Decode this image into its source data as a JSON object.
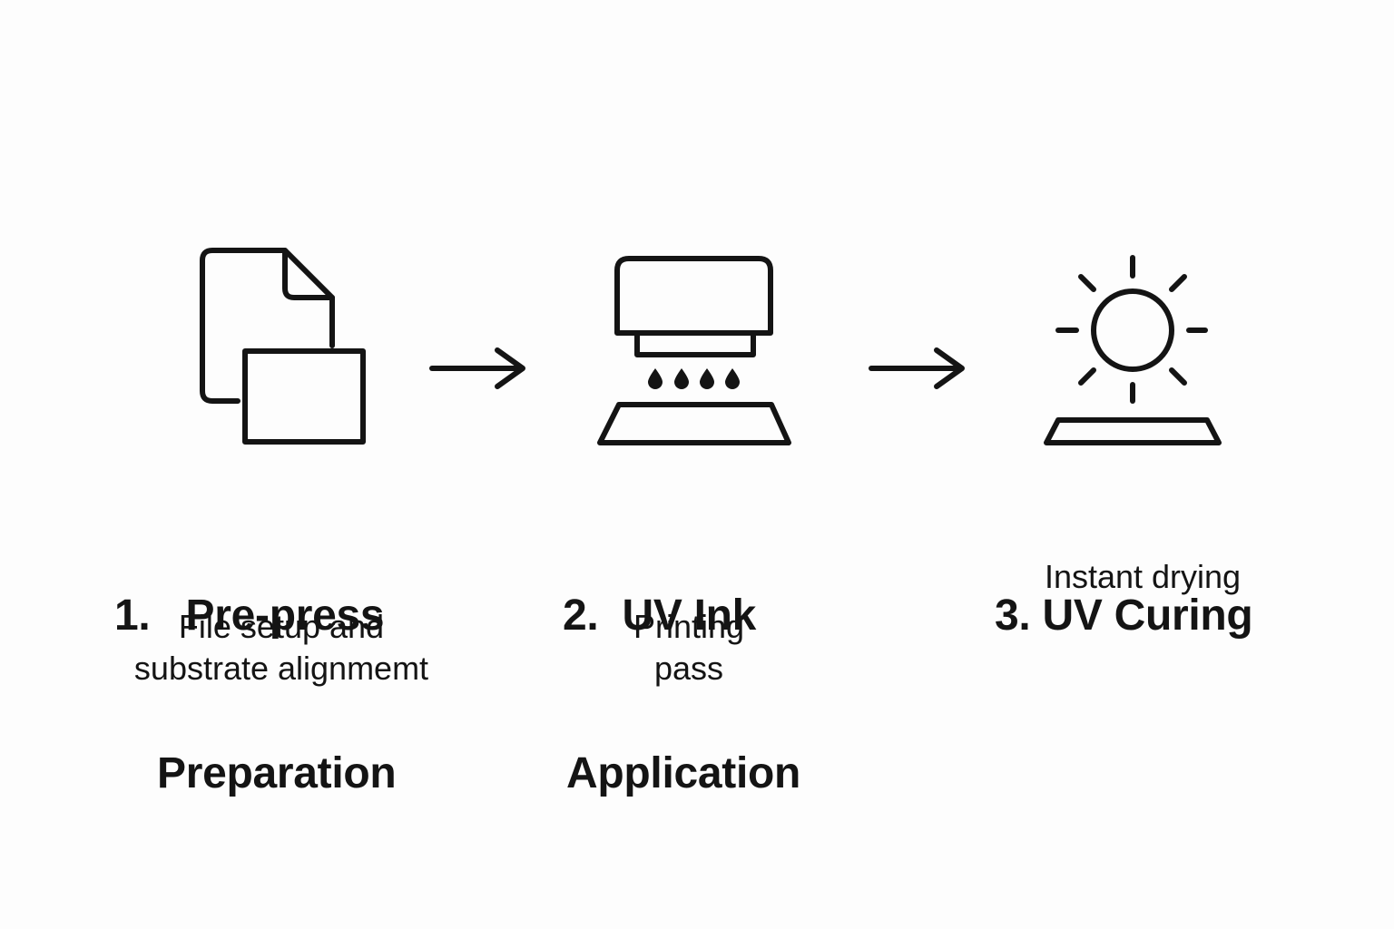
{
  "steps": [
    {
      "icon": "file-document-icon",
      "title_line1": "1.   Pre-press",
      "title_line2": "Preparation",
      "desc_line1": "File setup and",
      "desc_line2": "substrate alignmemt"
    },
    {
      "icon": "uv-printer-icon",
      "title_line1": "2.  UV Ink",
      "title_line2": "Application",
      "desc_line1": "Printing",
      "desc_line2": "pass"
    },
    {
      "icon": "uv-sun-curing-icon",
      "title_line1": "3. UV Curing",
      "desc_line1": "Instant drying"
    }
  ],
  "colors": {
    "ink": "#141414",
    "background": "#fdfdfd"
  }
}
